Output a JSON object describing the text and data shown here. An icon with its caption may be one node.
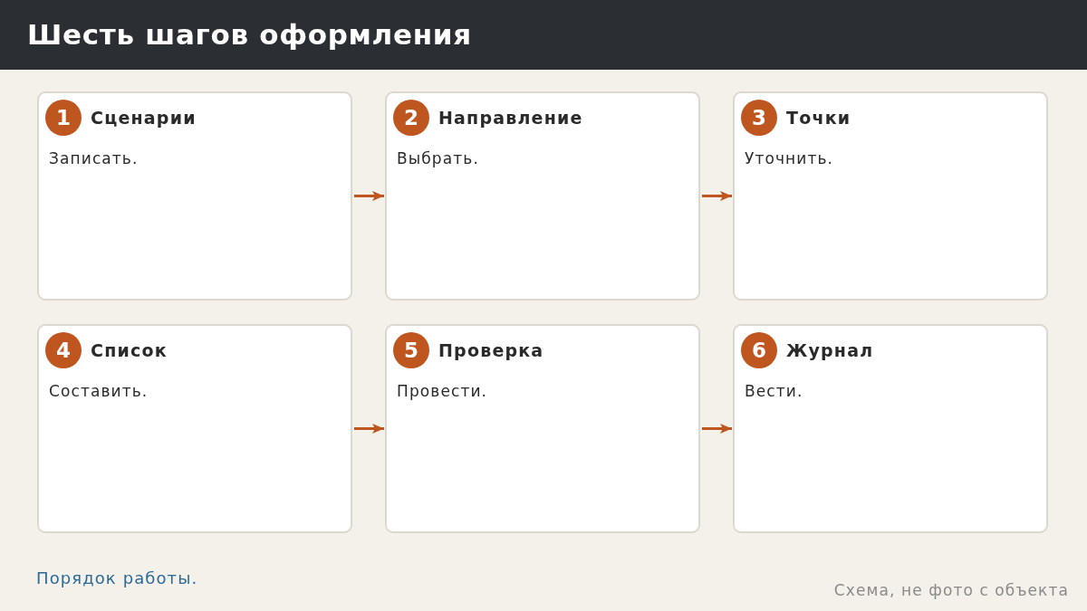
{
  "diagram": {
    "title": "Шесть шагов оформления",
    "nodes": [
      {
        "text": [
          "Сценарии",
          "Записать."
        ]
      },
      {
        "text": [
          "1"
        ],
        "in": 0
      },
      {
        "text": [
          "Направление",
          "Выбрать."
        ]
      },
      {
        "text": [
          "2"
        ],
        "in": 2
      },
      {
        "text": [
          "Точки",
          "Уточнить."
        ]
      },
      {
        "text": [
          "3"
        ],
        "in": 4
      },
      {
        "text": [
          "Список",
          "Составить."
        ]
      },
      {
        "text": [
          "4"
        ],
        "in": 6
      },
      {
        "text": [
          "Проверка",
          "Провести."
        ]
      },
      {
        "text": [
          "5"
        ],
        "in": 8
      },
      {
        "text": [
          "Журнал",
          "Вести."
        ]
      },
      {
        "text": [
          "6"
        ],
        "in": 10
      }
    ],
    "edges": [
      {
        "from": 0,
        "to": 2,
        "arrow": "to"
      },
      {
        "from": 2,
        "to": 4,
        "arrow": "to"
      },
      {
        "from": 6,
        "to": 8,
        "arrow": "to"
      },
      {
        "from": 8,
        "to": 10,
        "arrow": "to"
      }
    ],
    "caption": "Порядок работы.",
    "labels": [
      "Схема, не фото с объекта"
    ]
  }
}
